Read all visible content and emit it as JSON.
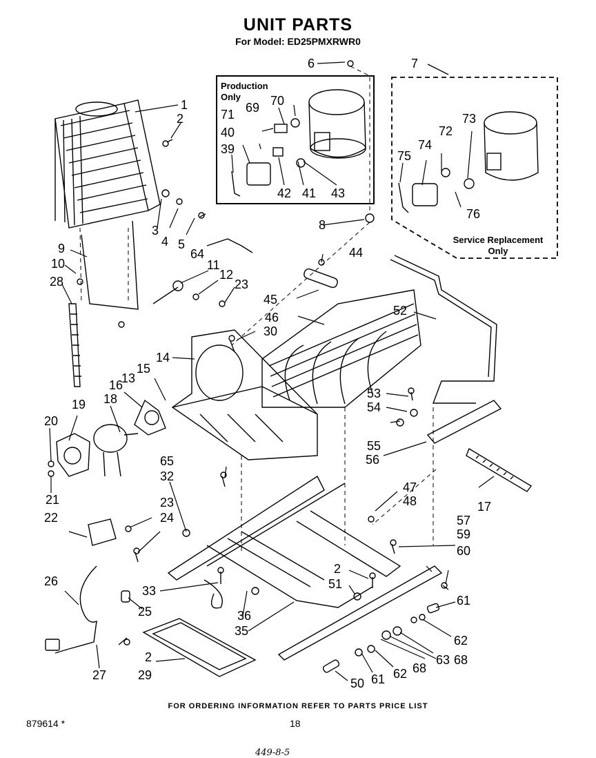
{
  "header": {
    "title": "UNIT PARTS",
    "subtitle": "For Model: ED25PMXRWR0"
  },
  "boxes": {
    "production": [
      "Production",
      "Only"
    ],
    "service": [
      "Service Replacement",
      "Only"
    ]
  },
  "callouts": [
    "1",
    "2",
    "3",
    "4",
    "5",
    "6",
    "7",
    "8",
    "9",
    "10",
    "11",
    "12",
    "13",
    "14",
    "15",
    "16",
    "17",
    "18",
    "19",
    "20",
    "21",
    "22",
    "23",
    "24",
    "25",
    "26",
    "27",
    "28",
    "29",
    "30",
    "32",
    "33",
    "35",
    "36",
    "39",
    "40",
    "41",
    "42",
    "43",
    "44",
    "45",
    "46",
    "47",
    "48",
    "50",
    "51",
    "52",
    "53",
    "54",
    "55",
    "56",
    "57",
    "59",
    "60",
    "61",
    "62",
    "63",
    "64",
    "65",
    "68",
    "69",
    "70",
    "71",
    "72",
    "73",
    "74",
    "75",
    "76"
  ],
  "footer": {
    "note": "FOR ORDERING INFORMATION REFER TO PARTS PRICE LIST",
    "doc_number": "879614 *",
    "page_number": "18",
    "handwritten": "449-8-5"
  }
}
